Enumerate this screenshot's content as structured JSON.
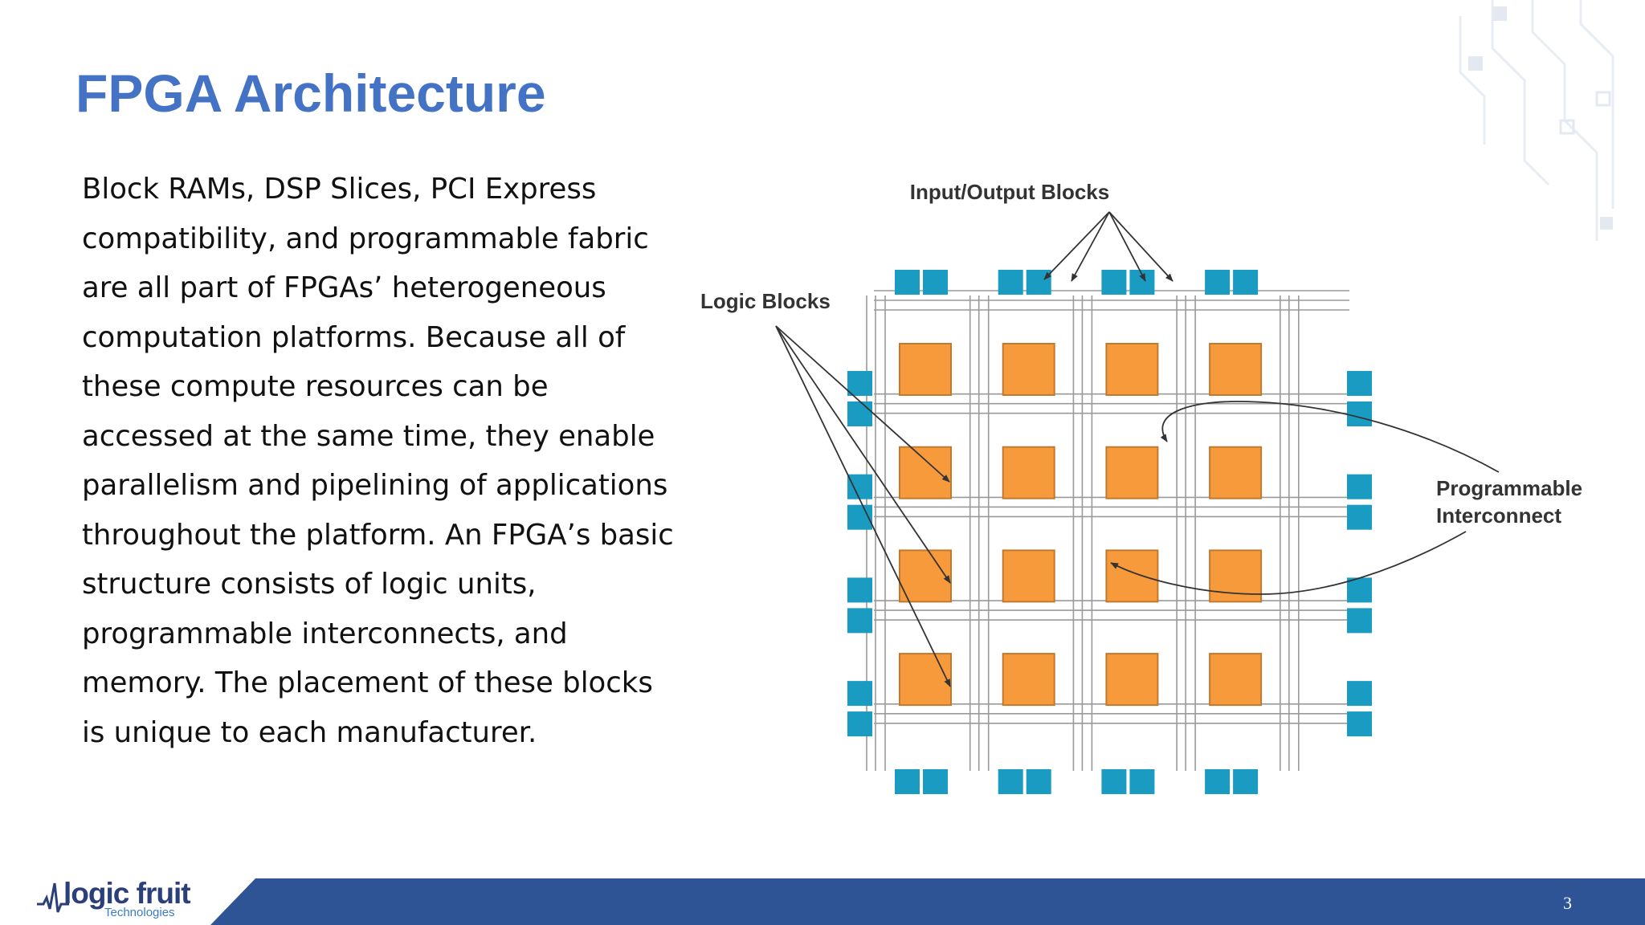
{
  "slide": {
    "title": "FPGA Architecture",
    "body": "Block RAMs, DSP Slices, PCI Express compatibility, and programmable fabric are all part of FPGAs’ heterogeneous computation platforms. Because all of these compute resources can be accessed at the same time, they enable parallelism and pipelining of applications throughout the platform. An FPGA’s basic structure consists of logic units, programmable interconnects, and memory. The placement of these blocks is unique to each manufacturer.",
    "page_number": "3"
  },
  "diagram": {
    "labels": {
      "io_blocks": "Input/Output Blocks",
      "logic_blocks": "Logic Blocks",
      "interconnect_line1": "Programmable",
      "interconnect_line2": "Interconnect"
    },
    "grid": {
      "rows": 4,
      "cols": 4
    },
    "colors": {
      "logic_block": "#f79a3c",
      "logic_block_border": "#c07a30",
      "io_block": "#1a9bc2",
      "interconnect": "#9a9a9a",
      "arrow": "#333333"
    }
  },
  "footer": {
    "logo_main": "logic fruit",
    "logo_sub": "Technologies",
    "band_color": "#2e5496"
  }
}
